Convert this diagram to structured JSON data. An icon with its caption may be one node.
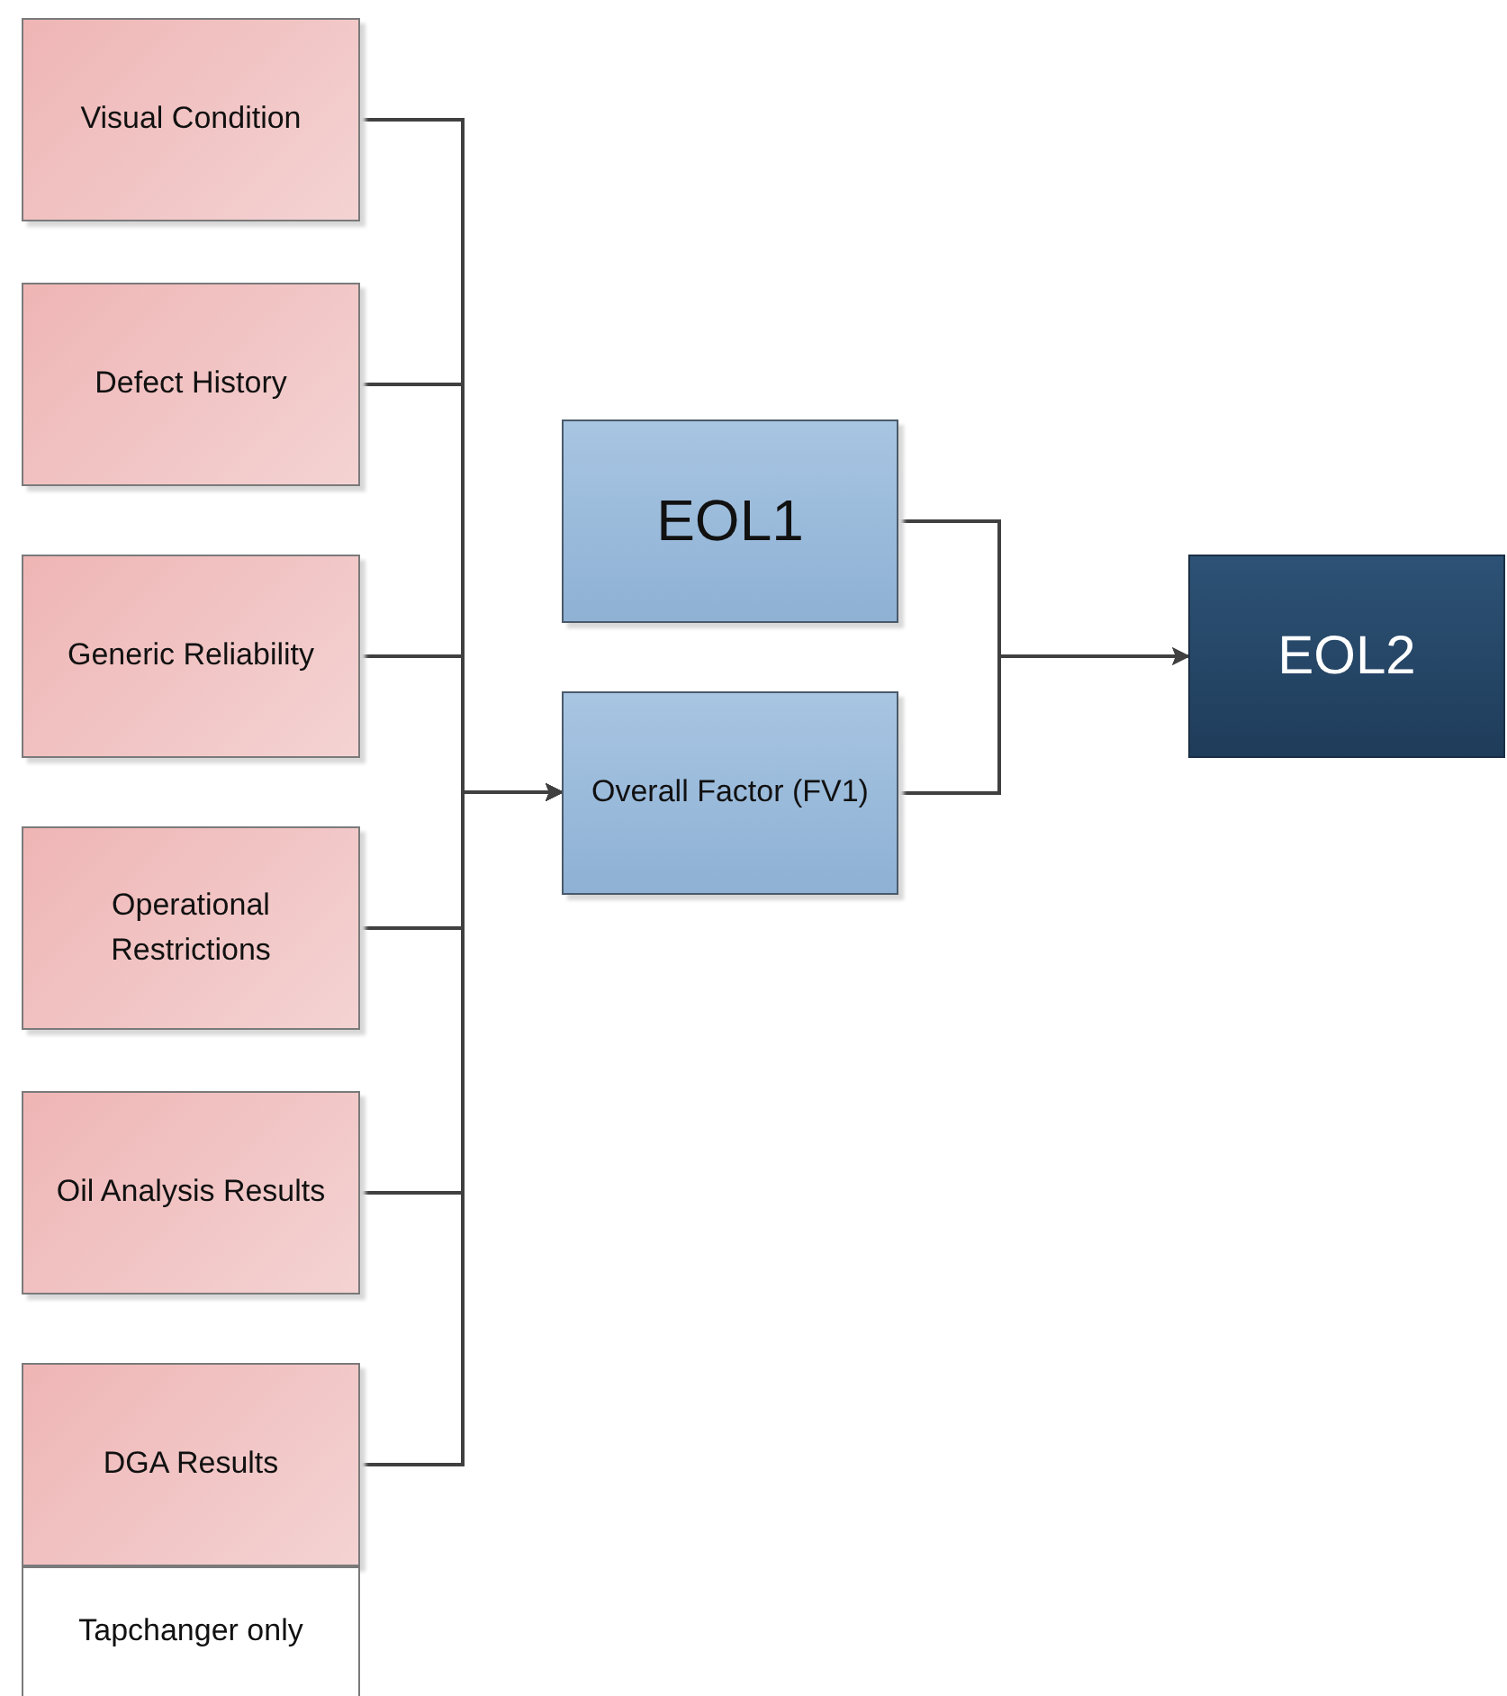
{
  "diagram": {
    "nodes": [
      {
        "text": [
          "Visual Condition"
        ]
      },
      {
        "text": [
          "Defect History"
        ]
      },
      {
        "text": [
          "Generic Reliability"
        ]
      },
      {
        "text": [
          "Operational Restrictions"
        ]
      },
      {
        "text": [
          "Oil Analysis Results"
        ]
      },
      {
        "text": [
          "DGA Results"
        ]
      },
      {
        "text": [
          "Tapchanger only"
        ]
      },
      {
        "text": [
          "EOL1"
        ]
      },
      {
        "text": [
          "Overall Factor (FV1)"
        ]
      },
      {
        "text": [
          "EOL2"
        ]
      }
    ],
    "edges": [
      {
        "from": 0,
        "to": 8,
        "arrow": "to"
      },
      {
        "from": 1,
        "to": 8,
        "arrow": "to"
      },
      {
        "from": 2,
        "to": 8,
        "arrow": "to"
      },
      {
        "from": 3,
        "to": 8,
        "arrow": "to"
      },
      {
        "from": 4,
        "to": 8,
        "arrow": "to"
      },
      {
        "from": 5,
        "to": 8,
        "arrow": "to"
      },
      {
        "from": 7,
        "to": 9,
        "arrow": "to"
      },
      {
        "from": 8,
        "to": 9,
        "arrow": "to"
      }
    ]
  }
}
